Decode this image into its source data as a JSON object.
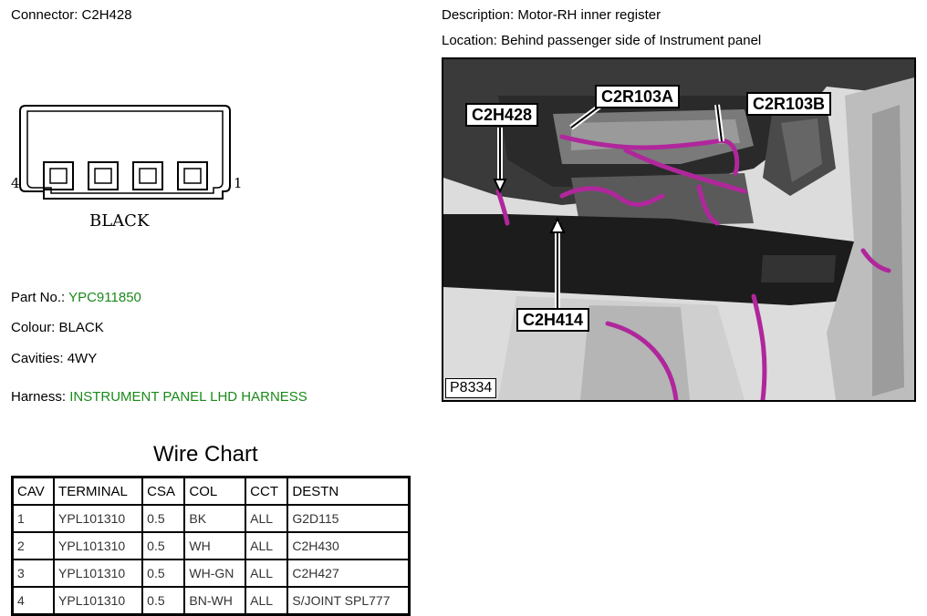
{
  "connector": {
    "label": "Connector:",
    "value": "C2H428"
  },
  "description": {
    "label": "Description:",
    "value": "Motor-RH inner register"
  },
  "location": {
    "label": "Location:",
    "value": "Behind passenger side of Instrument panel"
  },
  "drawing": {
    "pin_left": "4",
    "pin_right": "1",
    "colour_label": "BLACK"
  },
  "part_no": {
    "label": "Part No.:",
    "value": "YPC911850"
  },
  "colour": {
    "label": "Colour:",
    "value": "BLACK"
  },
  "cavities": {
    "label": "Cavities:",
    "value": "4WY"
  },
  "harness": {
    "label": "Harness:",
    "value": "INSTRUMENT PANEL LHD HARNESS"
  },
  "wire_chart": {
    "title": "Wire Chart",
    "headers": [
      "CAV",
      "TERMINAL",
      "CSA",
      "COL",
      "CCT",
      "DESTN"
    ],
    "rows": [
      [
        "1",
        "YPL101310",
        "0.5",
        "BK",
        "ALL",
        "G2D115"
      ],
      [
        "2",
        "YPL101310",
        "0.5",
        "WH",
        "ALL",
        "C2H430"
      ],
      [
        "3",
        "YPL101310",
        "0.5",
        "WH-GN",
        "ALL",
        "C2H427"
      ],
      [
        "4",
        "YPL101310",
        "0.5",
        "BN-WH",
        "ALL",
        "S/JOINT SPL777"
      ]
    ]
  },
  "photo": {
    "callouts": {
      "c2h428": "C2H428",
      "c2r103a": "C2R103A",
      "c2r103b": "C2R103B",
      "c2h414": "C2H414"
    },
    "figure_id": "P8334",
    "harness_color": "#b0279c"
  }
}
